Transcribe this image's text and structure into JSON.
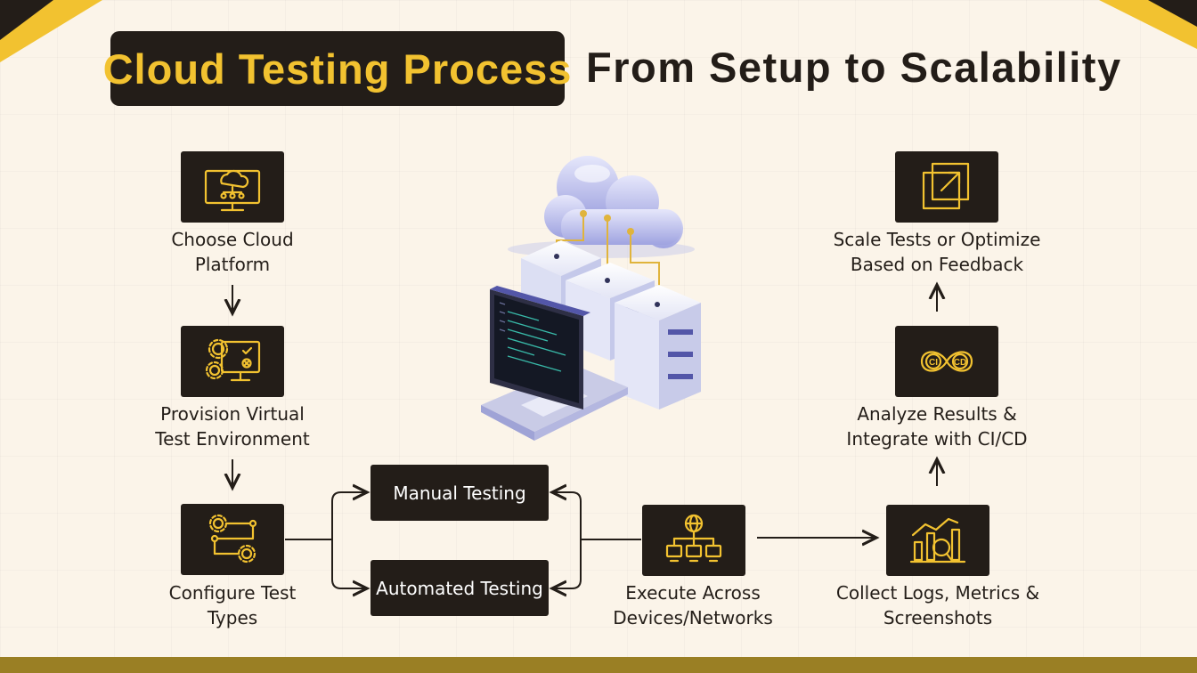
{
  "header": {
    "title": "Cloud Testing Process",
    "subtitle": "From Setup to Scalability"
  },
  "colors": {
    "background": "#fbf4e9",
    "dark": "#231d18",
    "accent_gold": "#f2c230",
    "bottom_bar": "#9a7f24"
  },
  "steps": [
    {
      "id": "choose-platform",
      "lines": [
        "Choose Cloud",
        "Platform"
      ],
      "icon": "cloud-monitor-icon"
    },
    {
      "id": "provision",
      "lines": [
        "Provision Virtual",
        "Test Environment"
      ],
      "icon": "gears-monitor-icon"
    },
    {
      "id": "configure",
      "lines": [
        "Configure Test",
        "Types"
      ],
      "icon": "gear-workflow-icon"
    },
    {
      "id": "execute",
      "lines": [
        "Execute Across",
        "Devices/Networks"
      ],
      "icon": "globe-network-icon"
    },
    {
      "id": "collect",
      "lines": [
        "Collect Logs, Metrics &",
        "Screenshots"
      ],
      "icon": "analytics-chart-icon"
    },
    {
      "id": "analyze",
      "lines": [
        "Analyze Results &",
        "Integrate with CI/CD"
      ],
      "icon": "ci-cd-icon"
    },
    {
      "id": "scale",
      "lines": [
        "Scale Tests or Optimize",
        "Based on Feedback"
      ],
      "icon": "scale-arrow-icon"
    }
  ],
  "test_types": {
    "manual": "Manual Testing",
    "automated": "Automated Testing"
  },
  "ci_cd_icon_text": {
    "ci": "CI",
    "cd": "CD"
  },
  "hero_illustration": "cloud-server-laptop-illustration"
}
